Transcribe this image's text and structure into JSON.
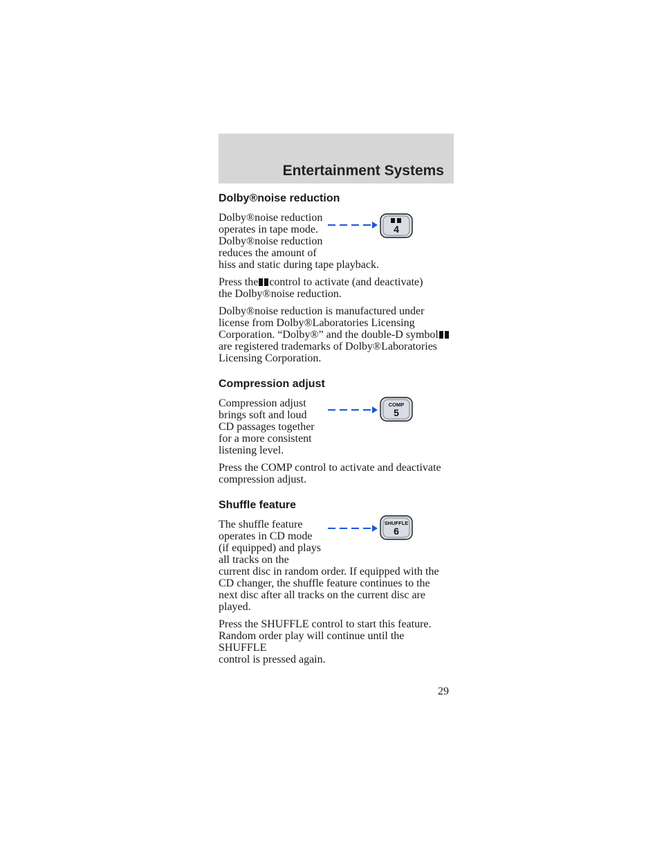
{
  "header": {
    "title": "Entertainment Systems"
  },
  "dolby": {
    "heading": "Dolby®noise reduction",
    "intro_lines": [
      "Dolby®noise reduction",
      "operates in tape mode.",
      "Dolby®noise reduction",
      "reduces the amount of"
    ],
    "intro_tail": "hiss and static during tape playback.",
    "press_pre": "Press the",
    "press_post": "control to activate (and deactivate)",
    "press_line2": "the Dolby®noise reduction.",
    "license_lines": [
      "Dolby®noise reduction is manufactured under",
      "license from Dolby®Laboratories Licensing"
    ],
    "license_line3": "Corporation. “Dolby®” and the double-D symbol",
    "license_lines_end": [
      "are registered trademarks of Dolby®Laboratories",
      "Licensing Corporation."
    ],
    "button": {
      "number": "4",
      "icon": "double-d-icon"
    }
  },
  "comp": {
    "heading": "Compression adjust",
    "intro_lines": [
      "Compression adjust",
      "brings soft and loud",
      "CD passages together",
      "for a more consistent",
      "listening level."
    ],
    "press_lines": [
      "Press the COMP control to activate and deactivate",
      "compression adjust."
    ],
    "button": {
      "label": "COMP",
      "number": "5"
    }
  },
  "shuffle": {
    "heading": "Shuffle feature",
    "intro_lines": [
      "The shuffle feature",
      "operates in CD mode",
      "(if equipped) and plays",
      "all tracks on the"
    ],
    "intro_tail_lines": [
      "current disc in random order. If equipped with the",
      "CD changer, the shuffle feature continues to the",
      "next disc after all tracks on the current disc are",
      "played."
    ],
    "press_lines": [
      "Press the SHUFFLE control to start this feature.",
      "Random order play will continue until the SHUFFLE",
      "control is pressed again."
    ],
    "button": {
      "label": "SHUFFLE",
      "number": "6"
    }
  },
  "page_number": "29",
  "colors": {
    "header_bg": "#d6d6d6",
    "button_bg": "#d9dde3",
    "arrow": "#1a56d6"
  }
}
